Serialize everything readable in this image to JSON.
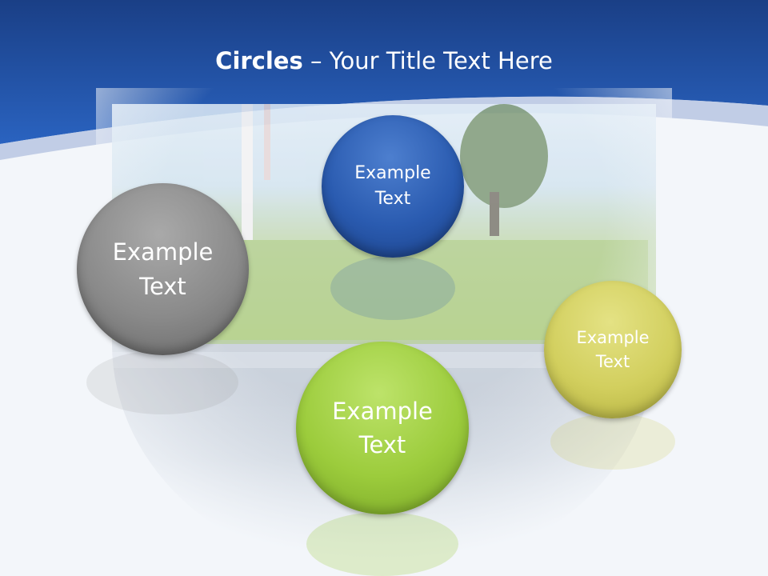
{
  "title": {
    "bold_part": "Circles",
    "rest": " – Your Title Text Here"
  },
  "circles": [
    {
      "label": "Example\nText",
      "color": "#2a5bb0"
    },
    {
      "label": "Example\nText",
      "color": "#8a8a8a"
    },
    {
      "label": "Example\nText",
      "color": "#d2cf5e"
    },
    {
      "label": "Example\nText",
      "color": "#9ccc3c"
    }
  ],
  "colors": {
    "header_blue": "#1e4f9f",
    "background": "#f3f6fa"
  }
}
